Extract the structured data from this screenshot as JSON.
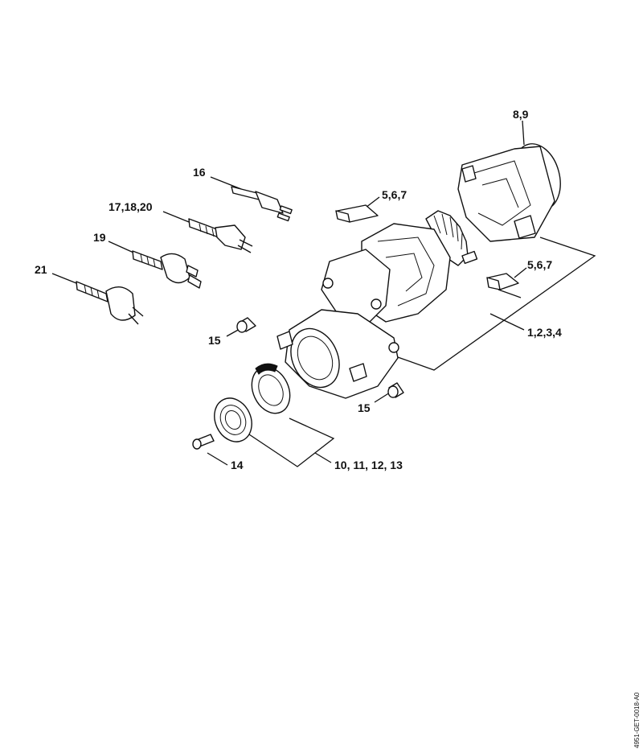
{
  "labels": {
    "motor_cover": "8,9",
    "plug_16": "16",
    "plug_17": "17,18,20",
    "plug_19": "19",
    "plug_21": "21",
    "brush_top": "5,6,7",
    "brush_right": "5,6,7",
    "motor_assembly": "1,2,3,4",
    "bushing_left": "15",
    "bushing_right": "15",
    "screw": "14",
    "seal_parts": "10, 11, 12, 13"
  },
  "drawing_code": "4951-GET-0018-A0"
}
